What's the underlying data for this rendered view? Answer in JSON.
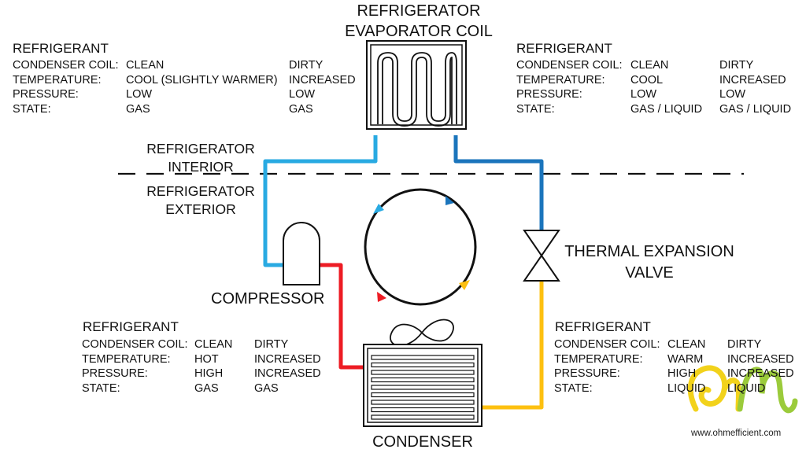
{
  "components": {
    "evaporator": [
      "REFRIGERATOR",
      "EVAPORATOR COIL"
    ],
    "interior": [
      "REFRIGERATOR",
      "INTERIOR"
    ],
    "exterior": [
      "REFRIGERATOR",
      "EXTERIOR"
    ],
    "compressor": "COMPRESSOR",
    "valve": [
      "THERMAL EXPANSION",
      "VALVE"
    ],
    "condenser": "CONDENSER"
  },
  "tables": {
    "top_left": {
      "title": "REFRIGERANT",
      "rows": [
        {
          "label": "CONDENSER COIL:",
          "clean": "CLEAN",
          "dirty": "DIRTY"
        },
        {
          "label": "TEMPERATURE:",
          "clean": "COOL (SLIGHTLY WARMER)",
          "dirty": "INCREASED"
        },
        {
          "label": "PRESSURE:",
          "clean": "LOW",
          "dirty": "LOW"
        },
        {
          "label": "STATE:",
          "clean": "GAS",
          "dirty": "GAS"
        }
      ]
    },
    "top_right": {
      "title": "REFRIGERANT",
      "rows": [
        {
          "label": "CONDENSER COIL:",
          "clean": "CLEAN",
          "dirty": "DIRTY"
        },
        {
          "label": "TEMPERATURE:",
          "clean": "COOL",
          "dirty": "INCREASED"
        },
        {
          "label": "PRESSURE:",
          "clean": "LOW",
          "dirty": "LOW"
        },
        {
          "label": "STATE:",
          "clean": "GAS / LIQUID",
          "dirty": "GAS / LIQUID"
        }
      ]
    },
    "bottom_left": {
      "title": "REFRIGERANT",
      "rows": [
        {
          "label": "CONDENSER COIL:",
          "clean": "CLEAN",
          "dirty": "DIRTY"
        },
        {
          "label": "TEMPERATURE:",
          "clean": "HOT",
          "dirty": "INCREASED"
        },
        {
          "label": "PRESSURE:",
          "clean": "HIGH",
          "dirty": "INCREASED"
        },
        {
          "label": "STATE:",
          "clean": "GAS",
          "dirty": "GAS"
        }
      ]
    },
    "bottom_right": {
      "title": "REFRIGERANT",
      "rows": [
        {
          "label": "CONDENSER COIL:",
          "clean": "CLEAN",
          "dirty": "DIRTY"
        },
        {
          "label": "TEMPERATURE:",
          "clean": "WARM",
          "dirty": "INCREASED"
        },
        {
          "label": "PRESSURE:",
          "clean": "HIGH",
          "dirty": "INCREASED"
        },
        {
          "label": "STATE:",
          "clean": "LIQUID",
          "dirty": "LIQUID"
        }
      ]
    }
  },
  "watermark": "www.ohmefficient.com",
  "logo_text": "om",
  "colors": {
    "light_blue": "#29aae2",
    "dark_blue": "#1b75bc",
    "red": "#ed1c24",
    "yellow": "#fdc010",
    "logo_yellow": "#f2d21b",
    "logo_green": "#9bcb3b"
  }
}
